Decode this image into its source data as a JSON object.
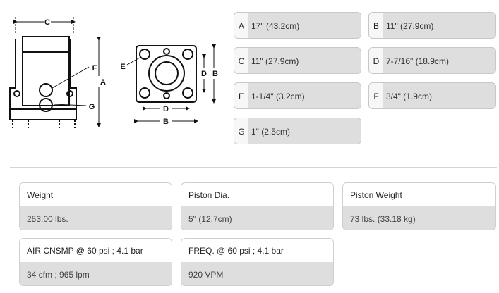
{
  "drawing": {
    "labels": {
      "c": "C",
      "f": "F",
      "a": "A",
      "g": "G",
      "e": "E",
      "d_vertical": "D",
      "b_vertical": "B",
      "d_horizontal": "D",
      "b_horizontal": "B"
    }
  },
  "dimensions": [
    {
      "letter": "A",
      "value": "17\" (43.2cm)"
    },
    {
      "letter": "B",
      "value": "11\" (27.9cm)"
    },
    {
      "letter": "C",
      "value": "11\" (27.9cm)"
    },
    {
      "letter": "D",
      "value": "7-7/16\" (18.9cm)"
    },
    {
      "letter": "E",
      "value": "1-1/4\" (3.2cm)"
    },
    {
      "letter": "F",
      "value": "3/4\" (1.9cm)"
    },
    {
      "letter": "G",
      "value": "1\" (2.5cm)"
    }
  ],
  "specs": [
    {
      "label": "Weight",
      "value": "253.00 lbs."
    },
    {
      "label": "Piston Dia.",
      "value": "5\" (12.7cm)"
    },
    {
      "label": "Piston Weight",
      "value": "73 lbs. (33.18 kg)"
    },
    {
      "label": "AIR CNSMP @ 60 psi ; 4.1 bar",
      "value": "34 cfm ; 965 lpm"
    },
    {
      "label": "FREQ. @ 60 psi ; 4.1 bar",
      "value": "920 VPM"
    }
  ]
}
